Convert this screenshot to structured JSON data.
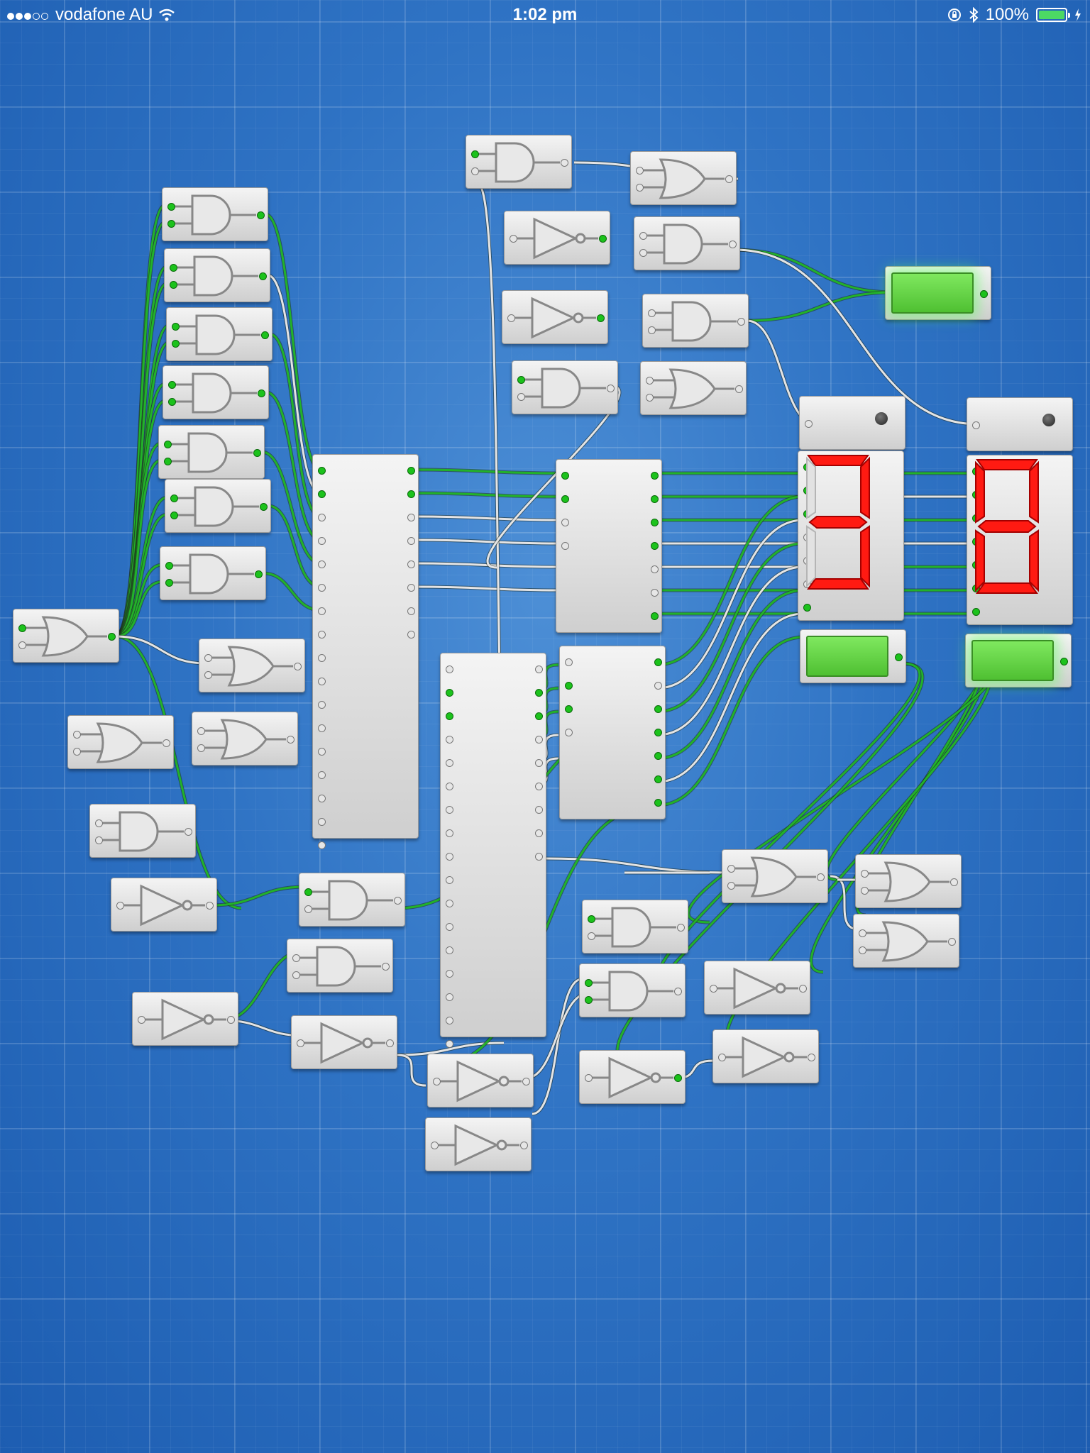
{
  "status_bar": {
    "signal_dots_filled": 3,
    "signal_dots_total": 5,
    "carrier": "vodafone AU",
    "wifi_icon": "wifi-icon",
    "time": "1:02 pm",
    "orientation_lock_icon": "rotation-lock-icon",
    "bluetooth_icon": "bluetooth-icon",
    "battery_percent": "100%",
    "battery_level": 1.0,
    "charging_icon": "charging-bolt-icon"
  },
  "circuit": {
    "colors": {
      "wire_on": "#22b22a",
      "wire_off": "#e4e4e4",
      "segment_on": "#ff1a12",
      "lamp_on": "#5cd63c",
      "background": "#2f73c4"
    },
    "displays": [
      {
        "name": "left-seven-segment-display",
        "digit": "3"
      },
      {
        "name": "right-seven-segment-display",
        "digit": "8"
      }
    ],
    "lamps": [
      {
        "name": "top-output-lamp",
        "state": "on"
      },
      {
        "name": "left-display-lamp",
        "state": "on"
      },
      {
        "name": "right-display-lamp",
        "state": "on"
      }
    ]
  }
}
